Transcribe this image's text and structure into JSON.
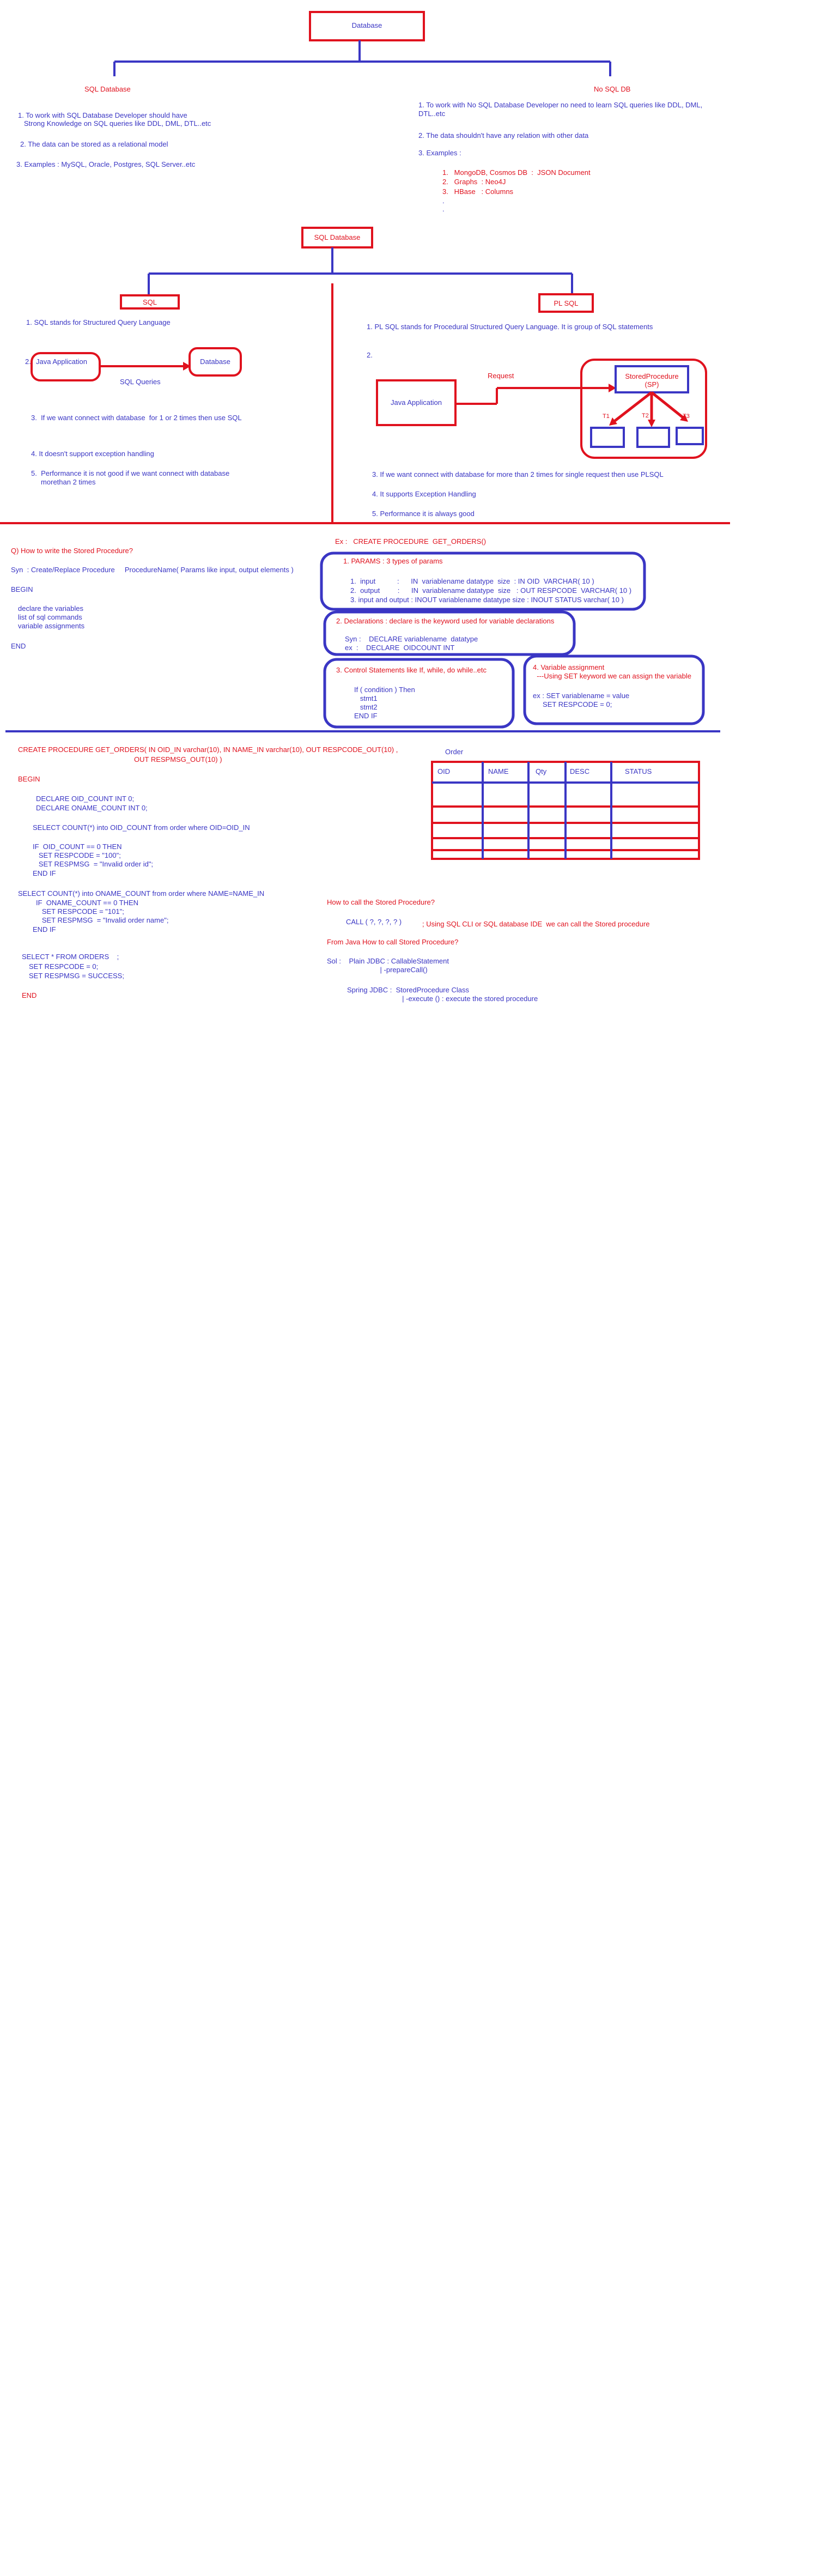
{
  "colors": {
    "blue": "#3a36c4",
    "red": "#e0121e",
    "white": "#ffffff"
  },
  "section1": {
    "root": "Database",
    "sql_title": "SQL Database",
    "nosql_title": "No SQL DB",
    "sql_points": [
      "1. To work with SQL Database Developer should have",
      "   Strong Knowledge on SQL queries like DDL, DML, DTL..etc",
      "2. The data can be stored as a relational model",
      "3. Examples : MySQL, Oracle, Postgres, SQL Server..etc"
    ],
    "nosql_points": [
      "1. To work with No SQL Database Developer no need to learn SQL queries like DDL, DML,",
      "DTL..etc",
      "2. The data shouldn't have any relation with other data",
      "3. Examples :"
    ],
    "nosql_examples": [
      "1.   MongoDB, Cosmos DB  :  JSON Document",
      "2.   Graphs  : Neo4J",
      "3.   HBase   : Columns",
      ".",
      "."
    ]
  },
  "section2": {
    "root": "SQL Database",
    "sql_box": "SQL",
    "plsql_box": "PL SQL",
    "sql_points": [
      "1. SQL stands for Structured Query Language",
      "2.",
      "3.  If we want connect with database  for 1 or 2 times then use SQL",
      "4. It doesn't support exception handling",
      "5.  Performance it is not good if we want connect with database",
      "     morethan 2 times"
    ],
    "java_app": "Java Application",
    "database": "Database",
    "sql_queries": "SQL Queries",
    "plsql_points": [
      "1. PL SQL stands for Procedural Structured Query Language. It is group of SQL statements",
      "2.",
      "3. If we want connect with database for more than 2 times for single request then use PLSQL",
      "4. It supports Exception Handling",
      "5. Performance it is always good"
    ],
    "java_app2": "Java Application",
    "request": "Request",
    "sp_box": [
      "StoredProcedure",
      "(SP)"
    ],
    "t_labels": [
      "T1",
      "T2",
      "T3"
    ]
  },
  "section3": {
    "question": "Q) How to write the Stored Procedure?",
    "syntax": "Syn  : Create/Replace Procedure     ProcedureName( Params like input, output elements )",
    "begin": "BEGIN",
    "body": [
      "declare the variables",
      "list of sql commands",
      "variable assignments"
    ],
    "end": "END",
    "example": "Ex :   CREATE PROCEDURE  GET_ORDERS()",
    "params_title": "1. PARAMS : 3 types of params",
    "params": [
      "1.  input           :      IN  variablename datatype  size  : IN OID  VARCHAR( 10 )",
      "2.  output         :      IN  variablename datatype  size   : OUT RESPCODE  VARCHAR( 10 )",
      "3. input and output : INOUT variablename datatype size : INOUT STATUS varchar( 10 )"
    ],
    "decl_title": "2. Declarations : declare is the keyword used for variable declarations",
    "decl": [
      "Syn :    DECLARE variablename  datatype",
      "ex  :    DECLARE  OIDCOUNT INT"
    ],
    "ctrl_title": "3. Control Statements like If, while, do while..etc",
    "ctrl": [
      "If ( condition ) Then",
      "   stmt1",
      "   stmt2",
      "END IF"
    ],
    "var_title": [
      "4. Variable assignment",
      "  ---Using SET keyword we can assign the variable"
    ],
    "var": [
      "ex : SET variablename = value",
      "     SET RESPCODE = 0;"
    ]
  },
  "section4": {
    "proc_header": [
      "CREATE PROCEDURE GET_ORDERS( IN OID_IN varchar(10), IN NAME_IN varchar(10), OUT RESPCODE_OUT(10) ,",
      "OUT RESPMSG_OUT(10) )"
    ],
    "begin": "BEGIN",
    "code": [
      "DECLARE OID_COUNT INT 0;",
      "DECLARE ONAME_COUNT INT 0;",
      "SELECT COUNT(*) into OID_COUNT from order where OID=OID_IN",
      "IF  OID_COUNT == 0 THEN",
      "   SET RESPCODE = \"100\";",
      "   SET RESPMSG  = \"Invalid order id\";",
      "END IF",
      "SELECT COUNT(*) into ONAME_COUNT from order where NAME=NAME_IN",
      "IF  ONAME_COUNT == 0 THEN",
      "   SET RESPCODE = \"101\";",
      "   SET RESPMSG  = \"Invalid order name\";",
      "END IF",
      "SELECT * FROM ORDERS    ;",
      "SET RESPCODE = 0;",
      "SET RESPMSG = SUCCESS;"
    ],
    "end": "END",
    "table_title": "Order",
    "table_headers": [
      "OID",
      "NAME",
      "Qty",
      "DESC",
      "STATUS"
    ],
    "call_question": "How to call the Stored Procedure?",
    "call_stmt": "CALL ( ?, ?, ?, ? )",
    "call_note": "; Using SQL CLI or SQL database IDE  we can call the Stored procedure",
    "java_question": "From Java How to call Stored Procedure?",
    "sol": [
      "Sol :    Plain JDBC : CallableStatement",
      "                           | -prepareCall()"
    ],
    "spring": [
      "Spring JDBC :  StoredProcedure Class",
      "                            | -execute () : execute the stored procedure"
    ]
  }
}
